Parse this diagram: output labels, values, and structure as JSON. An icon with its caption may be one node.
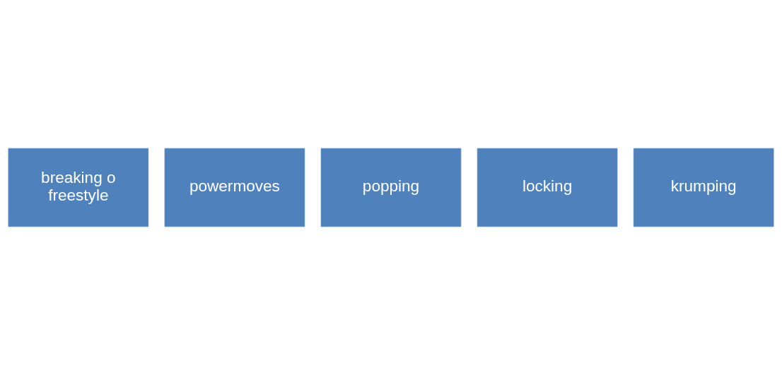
{
  "diagram": {
    "nodes": [
      {
        "text": [
          "breaking o freestyle"
        ]
      },
      {
        "text": [
          "powermoves"
        ]
      },
      {
        "text": [
          "popping"
        ]
      },
      {
        "text": [
          "locking"
        ]
      },
      {
        "text": [
          "krumping"
        ]
      }
    ]
  }
}
